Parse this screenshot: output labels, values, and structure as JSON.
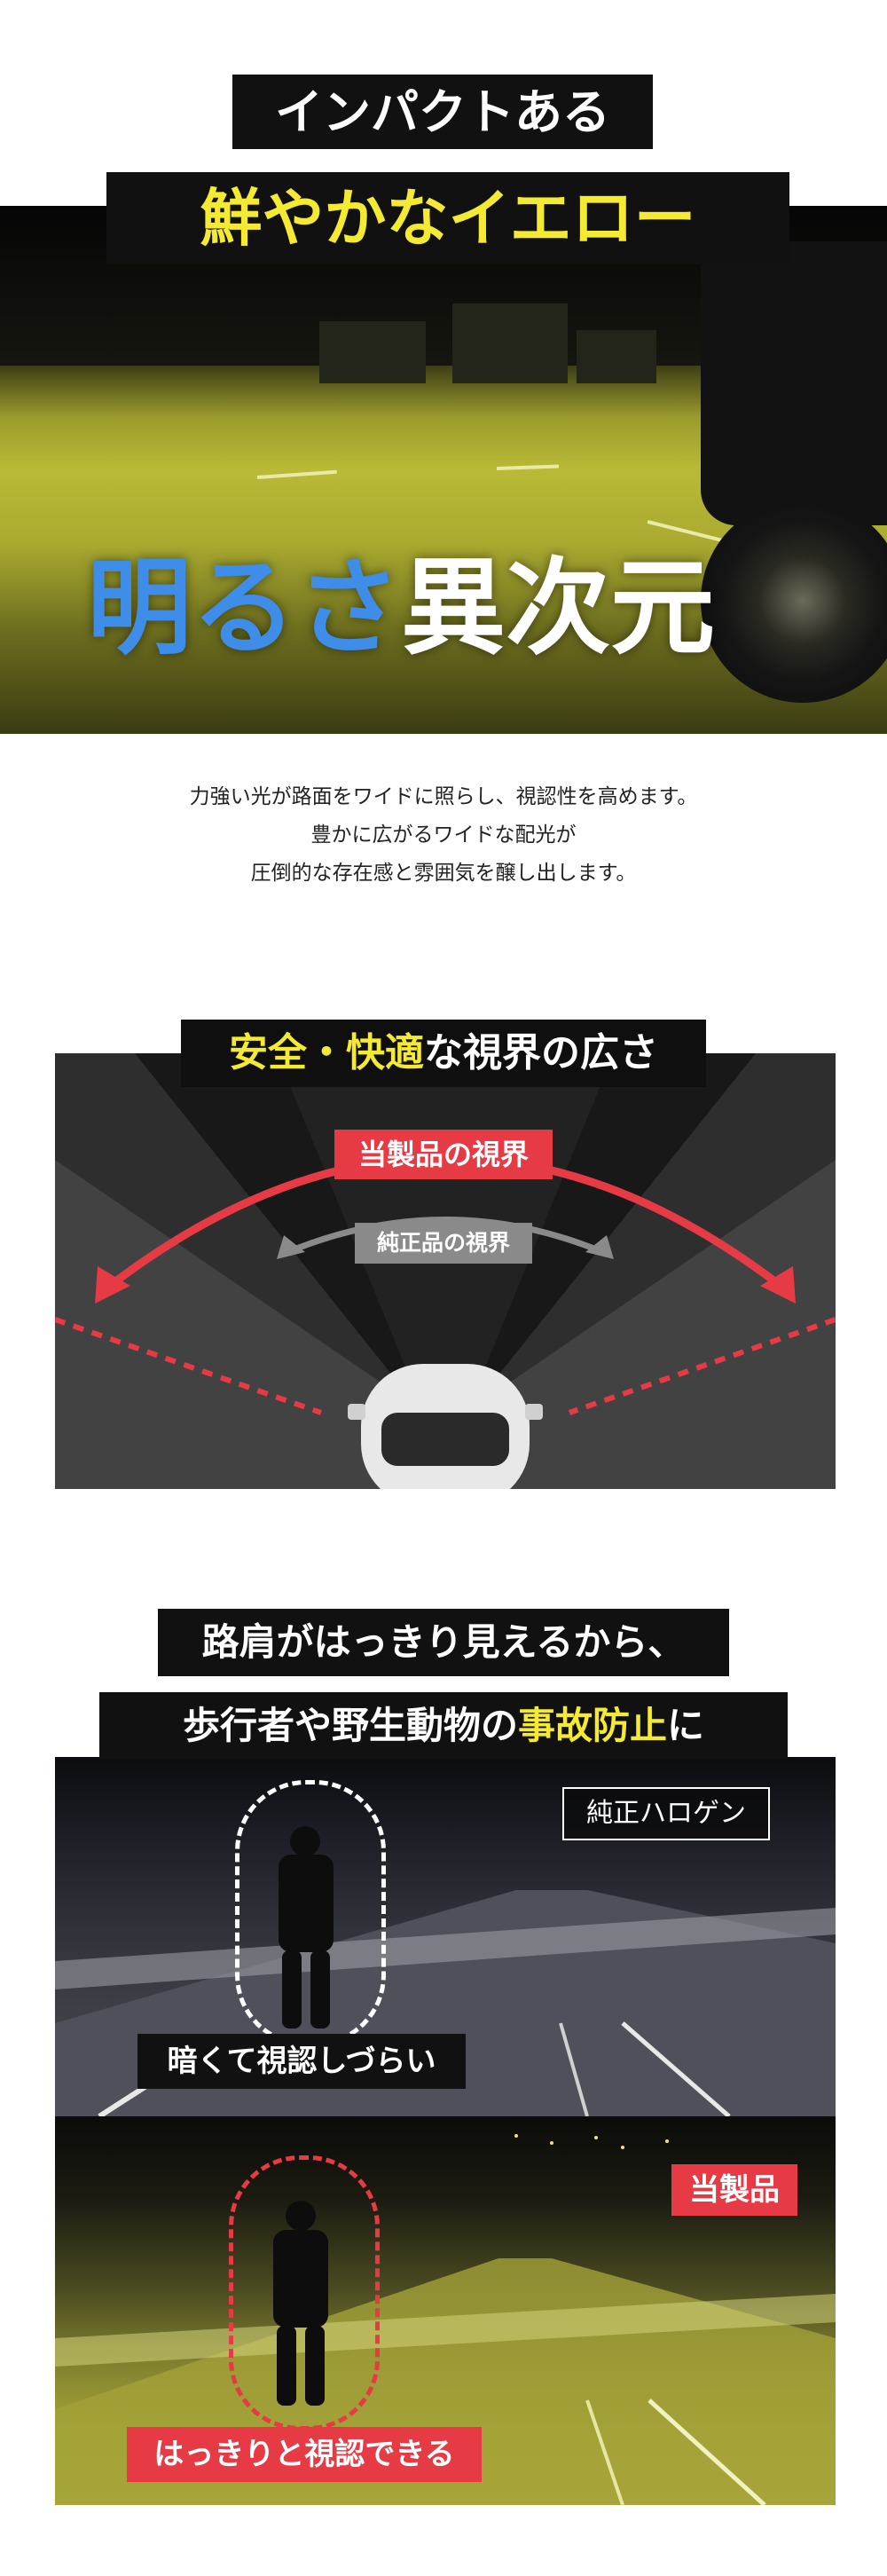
{
  "hero": {
    "title_line1": "インパクトある",
    "title_line2": "鮮やかなイエロー",
    "bright_part1": "明るさ",
    "bright_part2": "異次元"
  },
  "intro": {
    "line1": "力強い光が路面をワイドに照らし、視認性を高めます。",
    "line2": "豊かに広がるワイドな配光が",
    "line3": "圧倒的な存在感と雰囲気を醸し出します。"
  },
  "fov": {
    "title_highlight": "安全・快適",
    "title_rest": "な視界の広さ",
    "our_label": "当製品の視界",
    "stock_label": "純正品の視界"
  },
  "road": {
    "title_line1": "路肩がはっきり見えるから、",
    "title_line2_prefix": "歩行者や野生動物の",
    "title_line2_highlight": "事故防止",
    "title_line2_suffix": "に",
    "stock_tag": "純正ハロゲン",
    "stock_caption": "暗くて視認しづらい",
    "our_tag": "当製品",
    "our_caption": "はっきりと視認できる"
  },
  "colors": {
    "accent_yellow": "#f4ea33",
    "accent_red": "#e63b44",
    "accent_blue": "#3e8ee9",
    "badge_gray": "#8a8a8a"
  }
}
